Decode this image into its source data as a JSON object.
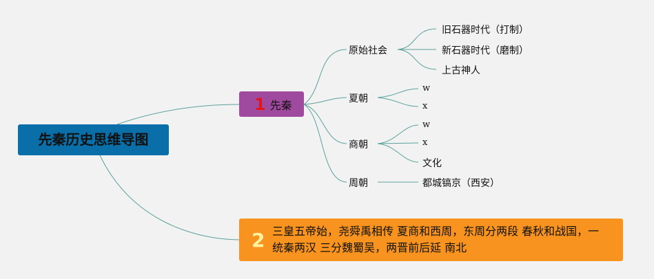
{
  "root": {
    "label": "先秦历史思维导图"
  },
  "branch1": {
    "number": "1",
    "label": "先秦",
    "children": [
      {
        "label": "原始社会",
        "children": [
          "旧石器时代（打制）",
          "新石器时代（磨制）",
          "上古神人"
        ]
      },
      {
        "label": "夏朝",
        "children": [
          "w",
          "x"
        ]
      },
      {
        "label": "商朝",
        "children": [
          "w",
          "x",
          "文化"
        ]
      },
      {
        "label": "周朝",
        "children": [
          "都城镐京（西安）"
        ]
      }
    ]
  },
  "branch2": {
    "number": "2",
    "text": "三皇五帝始，尧舜禹相传 夏商和西周，东周分两段 春秋和战国，一统秦两汉 三分魏蜀吴，两晋前后延 南北"
  },
  "colors": {
    "root": "#0a6fa8",
    "branch1": "#a04a9f",
    "branch2": "#f7931e",
    "number1": "#e0161a",
    "link": "#5aa19a",
    "background": "#f2f2f2"
  }
}
